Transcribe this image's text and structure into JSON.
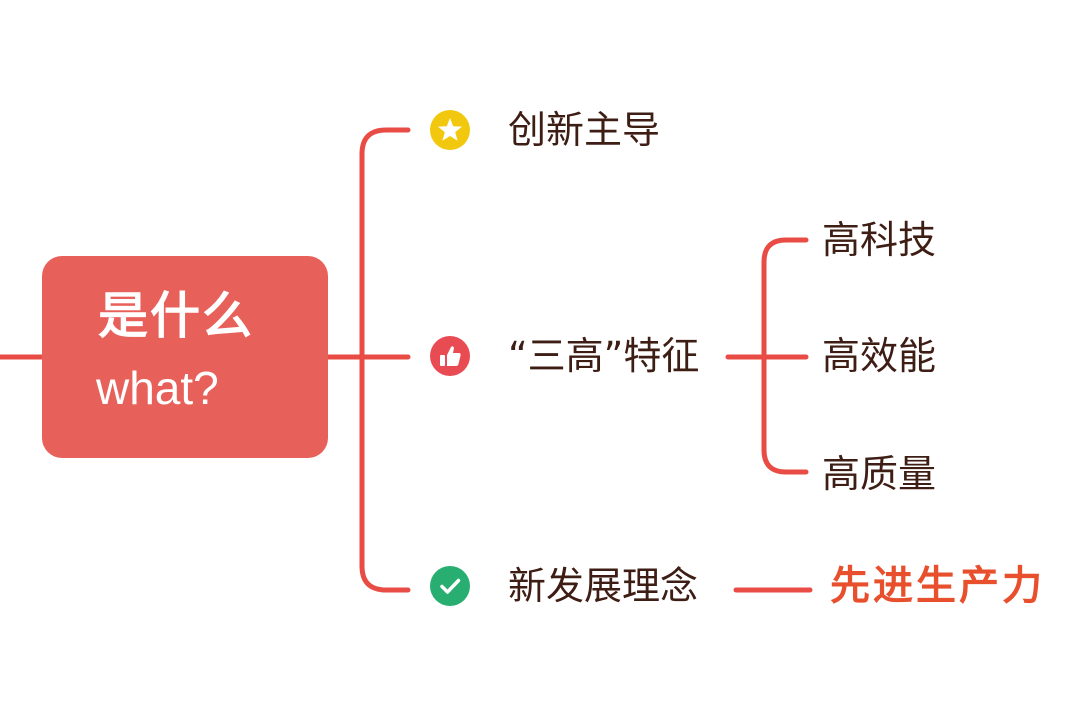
{
  "colors": {
    "branch_line": "#e94b45",
    "root_fill": "#e8605a",
    "root_text": "#ffffff",
    "node_text": "#3d1d14",
    "result_text": "#e8502d",
    "star_badge": "#f2c80f",
    "thumb_badge": "#e94b53",
    "check_badge": "#27ae70"
  },
  "root": {
    "title": "是什么",
    "subtitle": "what?"
  },
  "branches": [
    {
      "label": "创新主导",
      "icon": "star-icon"
    },
    {
      "label": "“三高”特征",
      "icon": "thumbs-up-icon"
    },
    {
      "label": "新发展理念",
      "icon": "check-icon"
    }
  ],
  "sub_branches": [
    {
      "label": "高科技"
    },
    {
      "label": "高效能"
    },
    {
      "label": "高质量"
    }
  ],
  "result": {
    "label": "先进生产力"
  }
}
